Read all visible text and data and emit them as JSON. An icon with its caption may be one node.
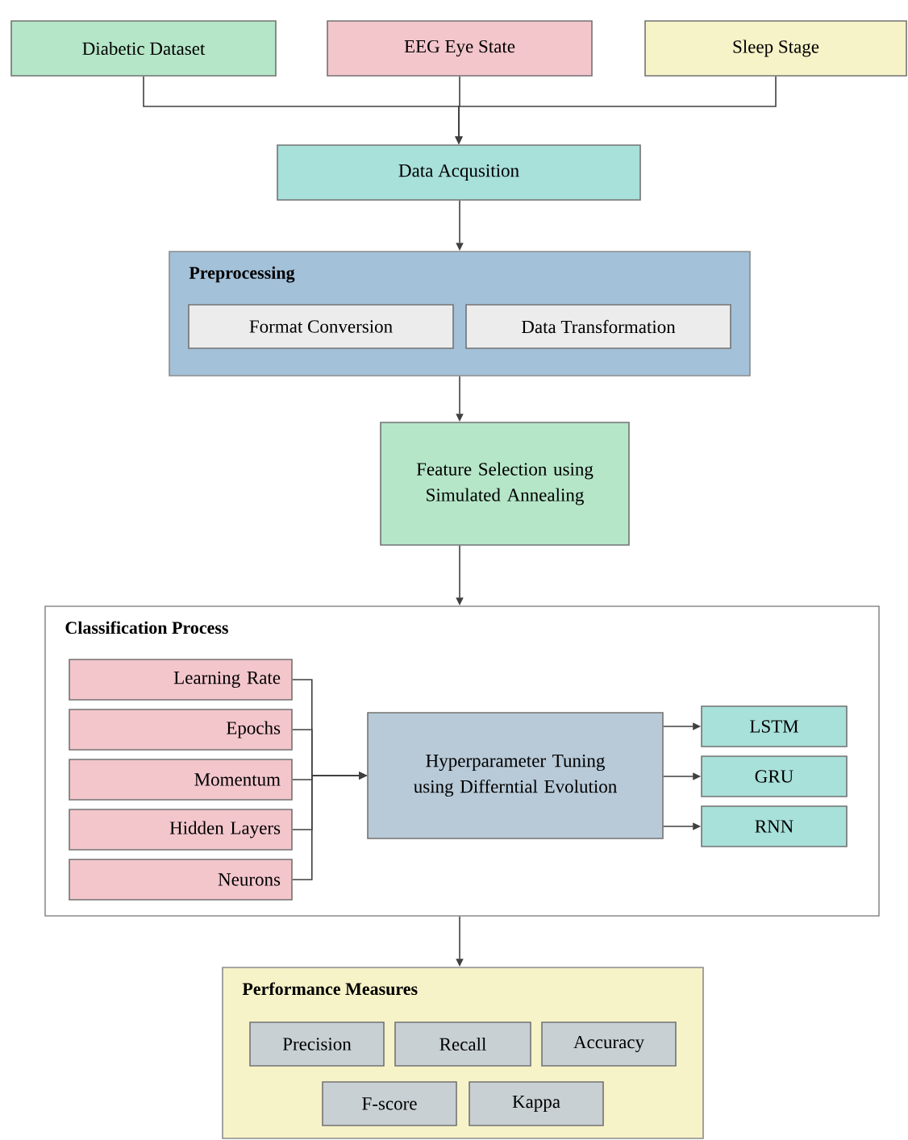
{
  "diagram": {
    "nodes": [
      {
        "text": [
          "Diabetic Dataset"
        ]
      },
      {
        "text": [
          "EEG Eye State"
        ]
      },
      {
        "text": [
          "Sleep Stage"
        ]
      },
      {
        "text": [
          "Data Acqusition"
        ]
      },
      {
        "text": [
          "Preprocessing"
        ]
      },
      {
        "text": [
          "Format Conversion"
        ],
        "in": 4
      },
      {
        "text": [
          "Data Transformation"
        ],
        "in": 4
      },
      {
        "text": [
          "Feature Selection using Simulated Annealing"
        ]
      },
      {
        "text": [
          "Classification Process"
        ]
      },
      {
        "text": [
          "Learning Rate"
        ],
        "in": 8
      },
      {
        "text": [
          "Epochs"
        ],
        "in": 8
      },
      {
        "text": [
          "Momentum"
        ],
        "in": 8
      },
      {
        "text": [
          "Hidden Layers"
        ],
        "in": 8
      },
      {
        "text": [
          "Neurons"
        ],
        "in": 8
      },
      {
        "text": [
          "Hyperparameter Tuning using Differntial Evolution"
        ],
        "in": 8
      },
      {
        "text": [
          "LSTM"
        ],
        "in": 8
      },
      {
        "text": [
          "GRU"
        ],
        "in": 8
      },
      {
        "text": [
          "RNN"
        ],
        "in": 8
      },
      {
        "text": [
          "Performance Measures"
        ]
      },
      {
        "text": [
          "Precision"
        ],
        "in": 18
      },
      {
        "text": [
          "Recall"
        ],
        "in": 18
      },
      {
        "text": [
          "Accuracy"
        ],
        "in": 18
      },
      {
        "text": [
          "F-score"
        ],
        "in": 18
      },
      {
        "text": [
          "Kappa"
        ],
        "in": 18
      }
    ],
    "edges": [
      {
        "from": 0,
        "to": 3,
        "arrow": "to"
      },
      {
        "from": 1,
        "to": 3,
        "arrow": "to"
      },
      {
        "from": 2,
        "to": 3,
        "arrow": "to"
      },
      {
        "from": 3,
        "to": 4,
        "arrow": "to"
      },
      {
        "from": 4,
        "to": 7,
        "arrow": "to"
      },
      {
        "from": 7,
        "to": 8,
        "arrow": "to"
      },
      {
        "from": 9,
        "to": 14,
        "arrow": "to"
      },
      {
        "from": 10,
        "to": 14,
        "arrow": "to"
      },
      {
        "from": 11,
        "to": 14,
        "arrow": "to"
      },
      {
        "from": 12,
        "to": 14,
        "arrow": "to"
      },
      {
        "from": 13,
        "to": 14,
        "arrow": "to"
      },
      {
        "from": 14,
        "to": 15,
        "arrow": "to"
      },
      {
        "from": 14,
        "to": 16,
        "arrow": "to"
      },
      {
        "from": 14,
        "to": 17,
        "arrow": "to"
      },
      {
        "from": 8,
        "to": 18,
        "arrow": "to"
      }
    ]
  }
}
